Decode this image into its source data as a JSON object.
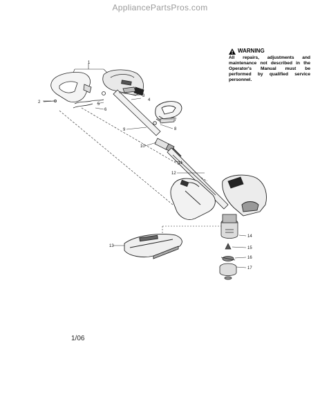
{
  "watermark": "AppliancePartsPros.com",
  "warning": {
    "title": "WARNING",
    "text": "All repairs, adjustments and maintenance not described in the Operator's Manual must be performed by qualified service personnel."
  },
  "date_code": "1/06",
  "part_callouts": [
    "1",
    "2",
    "3",
    "4",
    "5",
    "6",
    "7",
    "8",
    "9",
    "10",
    "11",
    "12",
    "13",
    "14",
    "15",
    "16",
    "17"
  ]
}
